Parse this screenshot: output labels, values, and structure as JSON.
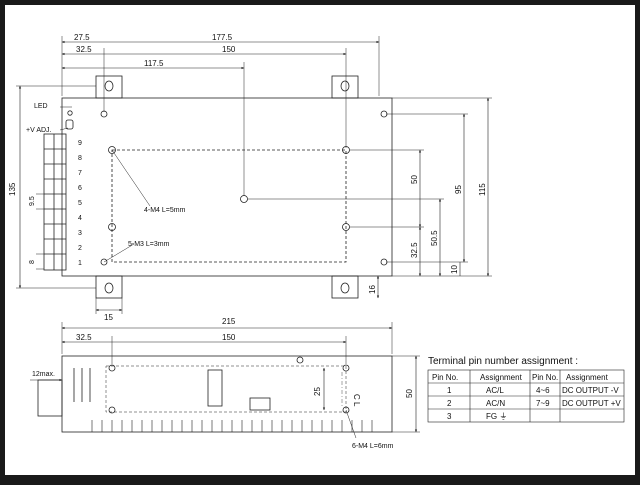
{
  "colors": {
    "background": "#1a1a1a",
    "paper": "#ffffff",
    "line": "#222222"
  },
  "top_view": {
    "dims_top": [
      "27.5",
      "177.5",
      "32.5",
      "150",
      "117.5"
    ],
    "dim_left": "135",
    "dims_right": [
      "115",
      "95",
      "50.5",
      "50",
      "32.5",
      "10"
    ],
    "dim_bottom": [
      "15",
      "16"
    ],
    "labels": {
      "led": "LED",
      "vadj": "+V ADJ.",
      "pitch_95": "9.5",
      "pitch_8": "8",
      "screw_m4": "4-M4 L=5mm",
      "screw_m3": "5-M3 L=3mm"
    },
    "terminals": [
      "9",
      "8",
      "7",
      "6",
      "5",
      "4",
      "3",
      "2",
      "1"
    ]
  },
  "side_view": {
    "dim_width": "215",
    "dim_32": "32.5",
    "dim_150": "150",
    "dim_12": "12max.",
    "dim_25": "25",
    "dim_50": "50",
    "cl_mark": "C L",
    "screw": "6-M4 L=6mm"
  },
  "terminal_table": {
    "title": "Terminal pin number assignment :",
    "headers": [
      "Pin No.",
      "Assignment",
      "Pin No.",
      "Assignment"
    ],
    "rows": [
      [
        "1",
        "AC/L",
        "4~6",
        "DC OUTPUT -V"
      ],
      [
        "2",
        "AC/N",
        "7~9",
        "DC OUTPUT +V"
      ],
      [
        "3",
        "FG ⏚",
        "",
        ""
      ]
    ]
  }
}
